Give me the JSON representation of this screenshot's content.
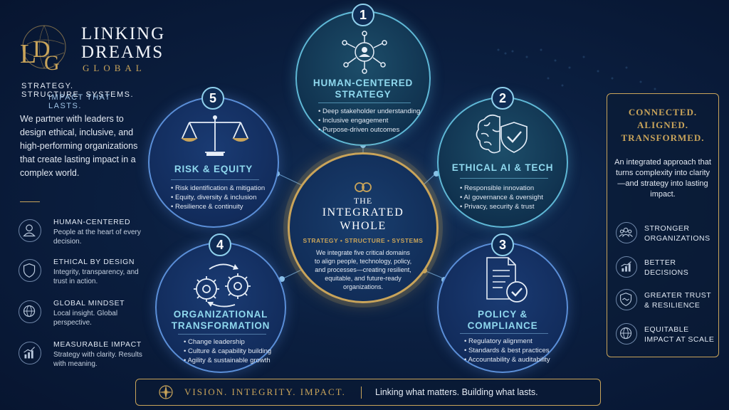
{
  "brand": {
    "logo_letters": "LDG",
    "name_line1": "LINKING",
    "name_line2": "DREAMS",
    "name_line3": "GLOBAL",
    "tagline": "STRATEGY. STRUCTURE. SYSTEMS.",
    "tagline2": "IMPACT THAT LASTS.",
    "intro": "We partner with leaders to design ethical, inclusive, and high-performing organizations that create lasting impact in a complex world."
  },
  "left_features": [
    {
      "icon": "person-icon",
      "title": "HUMAN-CENTERED",
      "desc": "People at the heart of every decision."
    },
    {
      "icon": "shield-icon",
      "title": "ETHICAL BY DESIGN",
      "desc": "Integrity, transparency, and trust in action."
    },
    {
      "icon": "globe-icon",
      "title": "GLOBAL MINDSET",
      "desc": "Local insight. Global perspective."
    },
    {
      "icon": "growth-chart-icon",
      "title": "MEASURABLE IMPACT",
      "desc": "Strategy with clarity. Results with meaning."
    }
  ],
  "domains": {
    "d1": {
      "number": "1",
      "icon": "network-person-icon",
      "title1": "HUMAN-CENTERED",
      "title2": "STRATEGY",
      "bullets": [
        "Deep stakeholder understanding",
        "Inclusive engagement",
        "Purpose-driven outcomes"
      ]
    },
    "d2": {
      "number": "2",
      "icon": "brain-shield-icon",
      "title1": "ETHICAL AI & TECH",
      "bullets": [
        "Responsible innovation",
        "AI governance & oversight",
        "Privacy, security & trust"
      ]
    },
    "d3": {
      "number": "3",
      "icon": "document-check-icon",
      "title1": "POLICY &",
      "title2": "COMPLIANCE",
      "bullets": [
        "Regulatory alignment",
        "Standards & best practices",
        "Accountability & auditability"
      ]
    },
    "d4": {
      "number": "4",
      "icon": "gears-icon",
      "title1": "ORGANIZATIONAL",
      "title2": "TRANSFORMATION",
      "bullets": [
        "Change leadership",
        "Culture & capability building",
        "Agility & sustainable growth"
      ]
    },
    "d5": {
      "number": "5",
      "icon": "scales-icon",
      "title1": "RISK & EQUITY",
      "bullets": [
        "Risk identification & mitigation",
        "Equity, diversity & inclusion",
        "Resilience & continuity"
      ]
    }
  },
  "center": {
    "icon": "linked-rings-icon",
    "title1": "THE",
    "title2": "INTEGRATED",
    "title3": "WHOLE",
    "subtitle": "STRATEGY • STRUCTURE • SYSTEMS",
    "body": "We integrate five critical domains to align people, technology, policy, and processes—creating resilient, equitable, and future-ready organizations."
  },
  "right_panel": {
    "h1": "CONNECTED.",
    "h2": "ALIGNED.",
    "h3": "TRANSFORMED.",
    "intro": "An integrated approach that turns complexity into clarity—and strategy into lasting impact.",
    "items": [
      {
        "icon": "people-group-icon",
        "text": "STRONGER ORGANIZATIONS"
      },
      {
        "icon": "bar-chart-icon",
        "text": "BETTER DECISIONS"
      },
      {
        "icon": "handshake-shield-icon",
        "text": "GREATER TRUST & RESILIENCE"
      },
      {
        "icon": "globe-icon",
        "text": "EQUITABLE IMPACT AT SCALE"
      }
    ]
  },
  "banner": {
    "icon": "compass-icon",
    "motto": "VISION. INTEGRITY. IMPACT.",
    "sub": "Linking what matters. Building what lasts."
  },
  "colors": {
    "gold": "#c9a45a",
    "teal": "#5fb8d6",
    "blue": "#5b8fd8",
    "background": "#0b1f40"
  }
}
